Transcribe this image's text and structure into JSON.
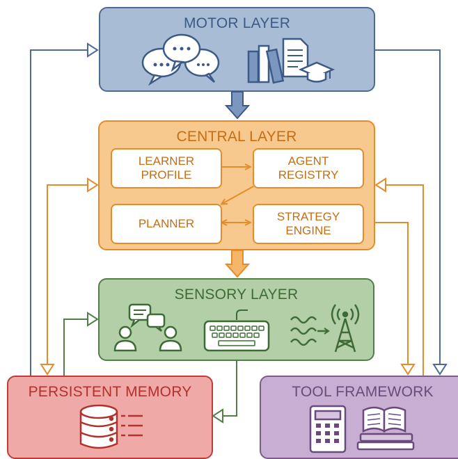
{
  "layers": {
    "motor": {
      "title": "MOTOR LAYER",
      "icons": [
        "speech-bubbles-icon",
        "books-document-mortarboard-icon"
      ]
    },
    "central": {
      "title": "CENTRAL LAYER",
      "modules": {
        "learner_profile": "LEARNER\nPROFILE",
        "agent_registry": "AGENT\nREGISTRY",
        "planner": "PLANNER",
        "strategy_engine": "STRATEGY\nENGINE"
      }
    },
    "sensory": {
      "title": "SENSORY LAYER",
      "icons": [
        "chatting-users-icon",
        "keyboard-icon",
        "signal-tower-icon"
      ]
    },
    "persistent_memory": {
      "title": "PERSISTENT MEMORY",
      "icons": [
        "database-icon"
      ]
    },
    "tool_framework": {
      "title": "TOOL FRAMEWORK",
      "icons": [
        "calculator-icon",
        "open-book-icon"
      ]
    }
  },
  "colors": {
    "motor": "#4d6a93",
    "central": "#e48c2a",
    "sensory": "#527e48",
    "memory": "#c03a36",
    "tools": "#7e5b8e"
  }
}
